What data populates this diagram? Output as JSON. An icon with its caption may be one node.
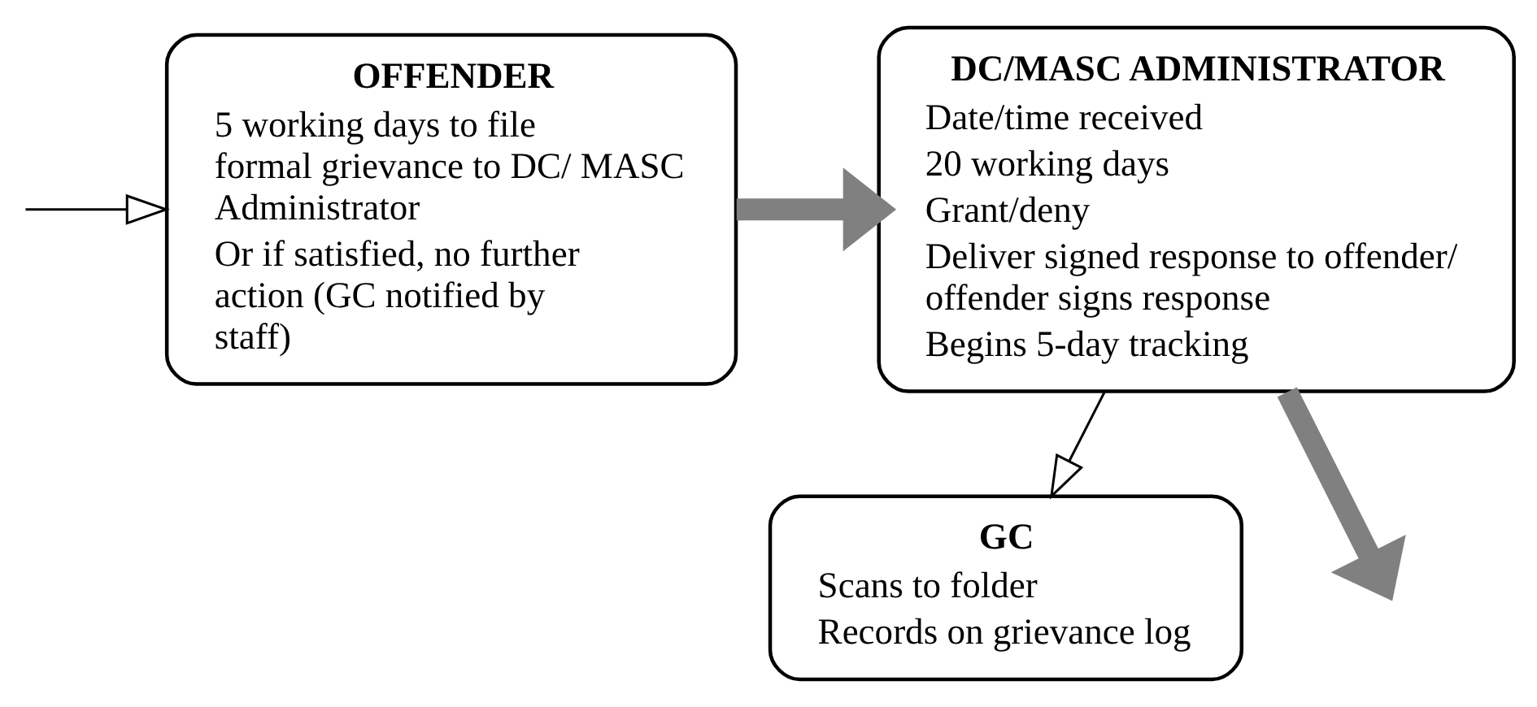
{
  "diagram": {
    "nodes": [
      {
        "text": [
          "OFFENDER",
          "5 working days to file formal grievance to DC/ MASC Administrator",
          "Or if satisfied, no further action (GC notified by staff)"
        ]
      },
      {
        "text": [
          "DC/MASC ADMINISTRATOR",
          "Date/time received",
          "20 working days",
          "Grant/deny",
          "Deliver signed response to offender/ offender signs response",
          "Begins 5-day tracking"
        ]
      },
      {
        "text": [
          "GC",
          "Scans to folder",
          "Records on grievance log"
        ]
      }
    ],
    "edges": [
      {
        "from": null,
        "to": 0,
        "arrow": "to"
      },
      {
        "from": 0,
        "to": 1,
        "arrow": "to",
        "style": "thick",
        "color": "#808080"
      },
      {
        "from": 1,
        "to": 2,
        "arrow": "to"
      },
      {
        "from": 1,
        "to": null,
        "arrow": "to",
        "style": "thick",
        "color": "#808080"
      }
    ]
  }
}
